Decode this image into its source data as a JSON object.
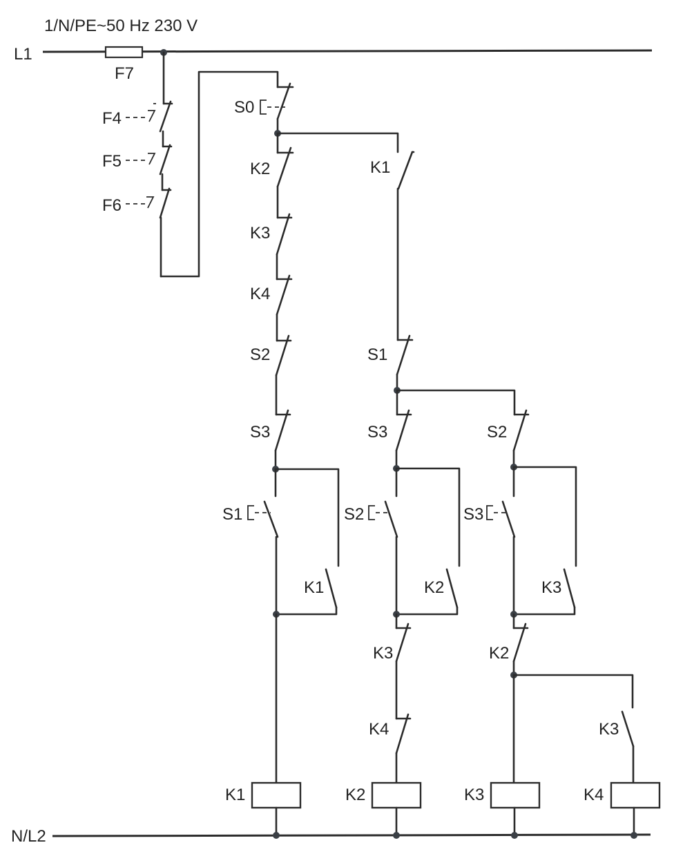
{
  "supply": "1/N/PE~50 Hz 230 V",
  "rails": {
    "top": "L1",
    "bottom": "N/L2"
  },
  "fuse": "F7",
  "overloads": [
    "F4",
    "F5",
    "F6"
  ],
  "stop_button": "S0",
  "column1": {
    "contacts": [
      "K2",
      "K3",
      "K4",
      "S2",
      "S3"
    ],
    "button": "S1",
    "holding": "K1",
    "coil": "K1"
  },
  "column2": {
    "enable": "K1",
    "interlock": "S1",
    "contact": "S3",
    "button": "S2",
    "holding": "K2",
    "series": [
      "K3",
      "K4"
    ],
    "coil": "K2"
  },
  "column3": {
    "contact": "S2",
    "button": "S3",
    "holding": "K3",
    "series": "K2",
    "coil": "K3"
  },
  "column4": {
    "contact": "K3",
    "coil": "K4"
  },
  "colors": {
    "line": "#2b2b2b",
    "junction": "#3a3f45",
    "background": "#ffffff"
  }
}
